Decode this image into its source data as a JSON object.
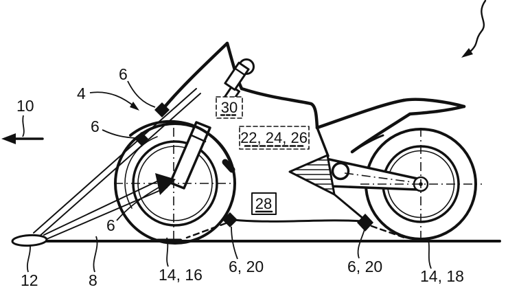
{
  "figure": {
    "background": "#ffffff",
    "ink": "#111111",
    "description": "Patent-style side-view line drawing of a motorcycle resting on a front stand, with sensor positions marked by solid black markers and reference numerals"
  },
  "labels": {
    "vehicle": "10",
    "stand": "4",
    "sensor_top": "6",
    "sensor_mid": "6",
    "sensor_hub": "6",
    "stand_foot": "12",
    "ground": "8",
    "front_wheel": "14, 16",
    "front_sensor_pair": "6, 20",
    "rear_sensor_pair": "6, 20",
    "rear_wheel": "14, 18",
    "box_30": "30",
    "box_22_24_26": "22, 24, 26",
    "box_28": "28"
  }
}
